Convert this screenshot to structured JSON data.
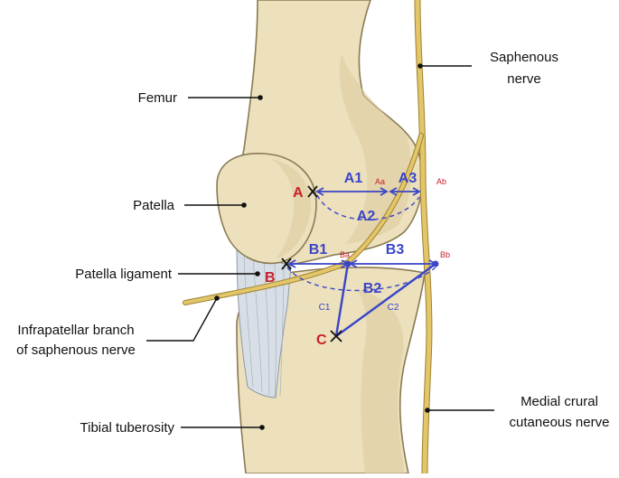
{
  "labels": {
    "femur": "Femur",
    "saphenous_line1": "Saphenous",
    "saphenous_line2": "nerve",
    "patella": "Patella",
    "patella_ligament": "Patella ligament",
    "infrapatellar_line1": "Infrapatellar branch",
    "infrapatellar_line2": "of saphenous nerve",
    "tibial_tuberosity": "Tibial tuberosity",
    "medial_crural_line1": "Medial crural",
    "medial_crural_line2": "cutaneous nerve"
  },
  "points": {
    "A": "A",
    "B": "B",
    "C": "C",
    "Aa": "Aa",
    "Ab": "Ab",
    "Ba": "Ba",
    "Bb": "Bb"
  },
  "segments": {
    "A1": "A1",
    "A2": "A2",
    "A3": "A3",
    "B1": "B1",
    "B2": "B2",
    "B3": "B3",
    "C1": "C1",
    "C2": "C2"
  },
  "colors": {
    "bone": "#ece0bd",
    "bone_shade": "#d9c89c",
    "nerve": "#e3c66a",
    "nerve_outline": "#9c8230",
    "ligament": "#d7dee6",
    "measure": "#3a45c8",
    "point_marker": "#c8202a",
    "leader": "#111111"
  }
}
